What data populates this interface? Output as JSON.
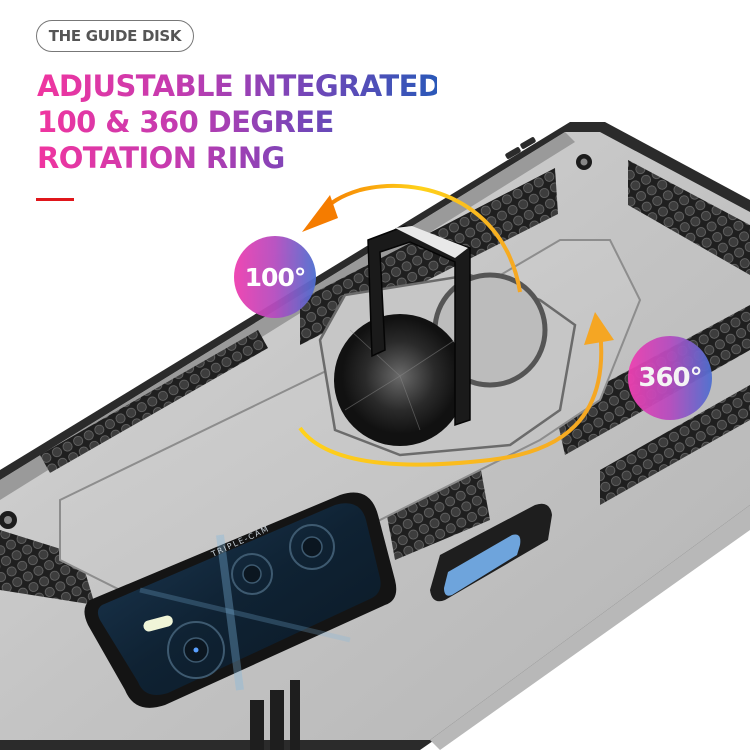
{
  "tag": {
    "label": "THE GUIDE DISK"
  },
  "headline": {
    "line1": "ADJUSTABLE INTEGRATED",
    "line2": "100 & 360 DEGREE",
    "line3": "ROTATION RING",
    "gradient": [
      "#f0359f",
      "#c43bb0",
      "#7a45b8",
      "#2a58b8"
    ]
  },
  "accent": {
    "color": "#e0161b"
  },
  "badges": [
    {
      "id": "tilt",
      "label": "100°"
    },
    {
      "id": "rotate",
      "label": "360°"
    }
  ],
  "product": {
    "camera_label": "TRIPLE-CAM",
    "case_color": "#c9c9c9",
    "bumper_color": "#2b2b2b",
    "button_color": "#6ea4dc",
    "arrow_colors": [
      "#f5a623",
      "#ffd21a",
      "#f57c00"
    ]
  }
}
